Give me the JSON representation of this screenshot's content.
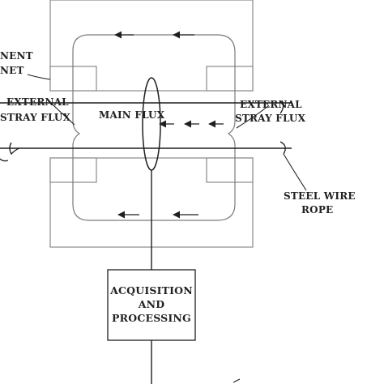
{
  "labels": {
    "magnet_line1": "NENT",
    "magnet_line2": "NET",
    "external_left_line1": "EXTERNAL",
    "external_left_line2": "STRAY FLUX",
    "main_flux": "MAIN FLUX",
    "external_right_line1": "EXTERNAL",
    "external_right_line2": "STRAY FLUX",
    "steel_line1": "STEEL WIRE",
    "steel_line2": "ROPE",
    "box_line1": "ACQUISITION",
    "box_line2": "AND",
    "box_line3": "PROCESSING"
  },
  "colors": {
    "line": "#1f1f1f",
    "body_stroke": "#8a8a8a",
    "body_fill": "#ffffff",
    "flux_path": "#7a7a7a",
    "text": "#222222"
  }
}
